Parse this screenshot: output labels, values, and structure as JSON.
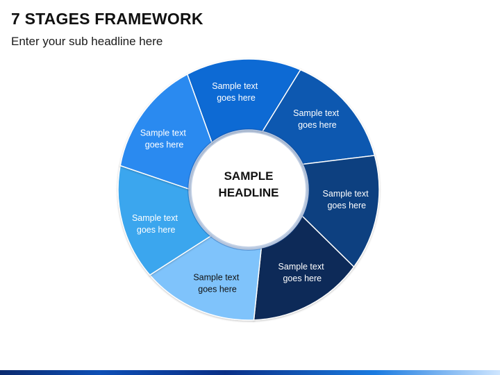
{
  "header": {
    "title": "7 STAGES FRAMEWORK",
    "subtitle": "Enter your sub headline here"
  },
  "center": {
    "line1": "SAMPLE",
    "line2": "HEADLINE"
  },
  "stages": [
    {
      "line1": "Sample text",
      "line2": "goes here",
      "color": "#0f6ad4"
    },
    {
      "line1": "Sample text",
      "line2": "goes here",
      "color": "#0a58b0"
    },
    {
      "line1": "Sample text",
      "line2": "goes here",
      "color": "#083f80"
    },
    {
      "line1": "Sample text",
      "line2": "goes here",
      "color": "#0c2a59"
    },
    {
      "line1": "Sample text",
      "line2": "goes here",
      "color": "#7fc3fb"
    },
    {
      "line1": "Sample text",
      "line2": "goes here",
      "color": "#3aa6ee"
    },
    {
      "line1": "Sample text",
      "line2": "goes here",
      "color": "#2a8af0"
    }
  ]
}
